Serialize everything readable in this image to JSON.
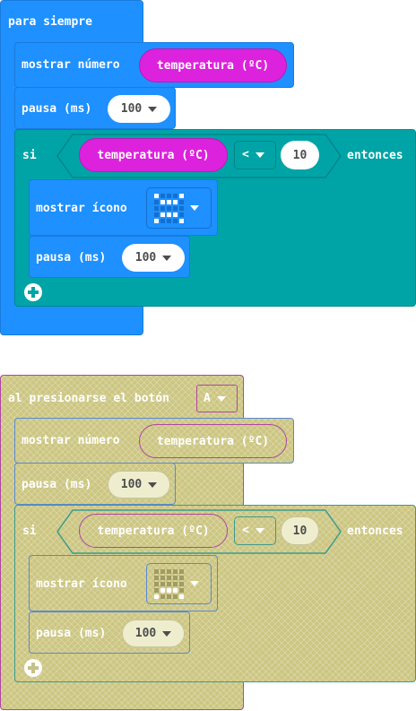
{
  "forever_stack": {
    "hat_label": "para siempre",
    "show_number_label": "mostrar número",
    "temperature_label": "temperatura (ºC)",
    "pause_label": "pausa (ms)",
    "pause_value": "100",
    "if_label": "si",
    "if_temperature_label": "temperatura (ºC)",
    "operator": "<",
    "compare_value": "10",
    "then_label": "entonces",
    "show_icon_label": "mostrar ícono",
    "inner_pause_label": "pausa (ms)",
    "inner_pause_value": "100"
  },
  "button_stack": {
    "hat_label": "al presionarse el botón",
    "button_value": "A",
    "show_number_label": "mostrar número",
    "temperature_label": "temperatura (ºC)",
    "pause_label": "pausa (ms)",
    "pause_value": "100",
    "if_label": "si",
    "if_temperature_label": "temperatura (ºC)",
    "operator": "<",
    "compare_value": "10",
    "then_label": "entonces",
    "show_icon_label": "mostrar ícono",
    "inner_pause_label": "pausa (ms)",
    "inner_pause_value": "100",
    "disabled": true
  },
  "icon_pattern": [
    [
      1,
      0,
      0,
      0,
      1
    ],
    [
      0,
      1,
      1,
      1,
      0
    ],
    [
      0,
      0,
      0,
      0,
      0
    ],
    [
      0,
      1,
      1,
      1,
      0
    ],
    [
      1,
      0,
      0,
      0,
      1
    ]
  ],
  "icon_pattern_lit": [
    [
      0,
      0,
      0,
      0,
      0
    ],
    [
      0,
      0,
      0,
      0,
      0
    ],
    [
      0,
      0,
      0,
      0,
      0
    ],
    [
      0,
      1,
      1,
      1,
      0
    ],
    [
      1,
      0,
      0,
      0,
      1
    ]
  ],
  "colors": {
    "basic_blue": "#1e90ff",
    "logic_teal": "#00a4a6",
    "sensor_magenta": "#dc22dc",
    "disabled_fill": "#ccc682"
  }
}
